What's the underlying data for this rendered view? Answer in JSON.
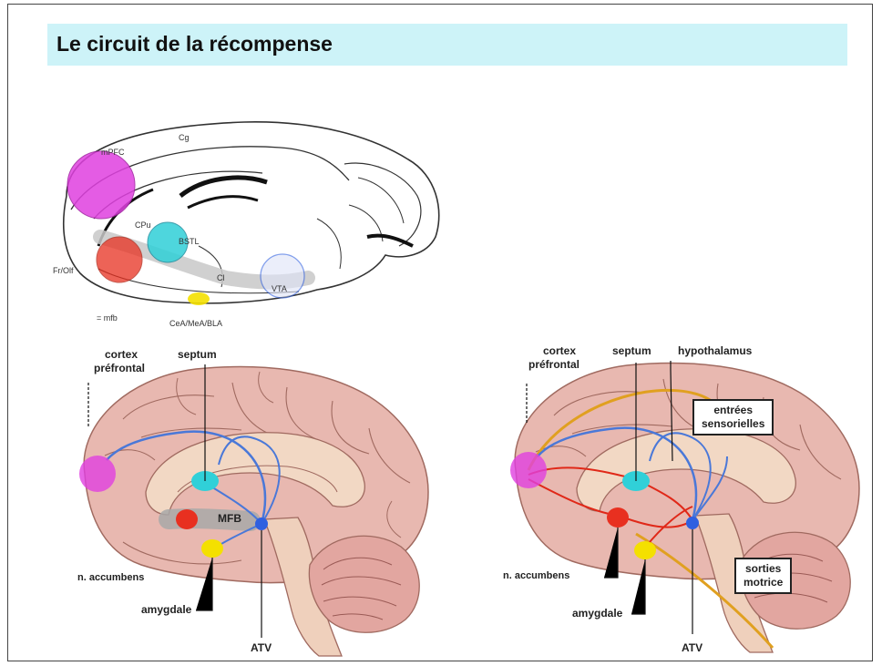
{
  "title": "Le circuit de la récompense",
  "rat_diagram": {
    "labels": {
      "mpfc": "mPFC",
      "cg": "Cg",
      "cpu": "CPu",
      "bstl": "BSTL",
      "frolf": "Fr/Olf",
      "vta": "VTA",
      "ceamea": "CeA/MeA/BLA",
      "cl": "Cl",
      "mfb_legend": "= mfb"
    }
  },
  "brain_left": {
    "labels": {
      "cortex": "cortex",
      "prefrontal": "préfrontal",
      "septum": "septum",
      "mfb": "MFB",
      "accumbens": "n. accumbens",
      "amygdale": "amygdale",
      "atv": "ATV"
    }
  },
  "brain_right": {
    "labels": {
      "cortex": "cortex",
      "prefrontal": "préfrontal",
      "septum": "septum",
      "hypothalamus": "hypothalamus",
      "entrees_1": "entrées",
      "entrees_2": "sensorielles",
      "sorties_1": "sorties",
      "sorties_2": "motrice",
      "accumbens": "n. accumbens",
      "amygdale": "amygdale",
      "atv": "ATV"
    }
  },
  "colors": {
    "title_bg": "#cdf3f8",
    "prefrontal": "#e040e0",
    "septum": "#30d0d8",
    "accumbens": "#e83020",
    "amygdala": "#f4e000",
    "vta": "#3060e0",
    "brain": "#e8b8b0",
    "pathway_blue": "#4a78d8",
    "pathway_red": "#e02818",
    "pathway_gold": "#e0a020"
  }
}
